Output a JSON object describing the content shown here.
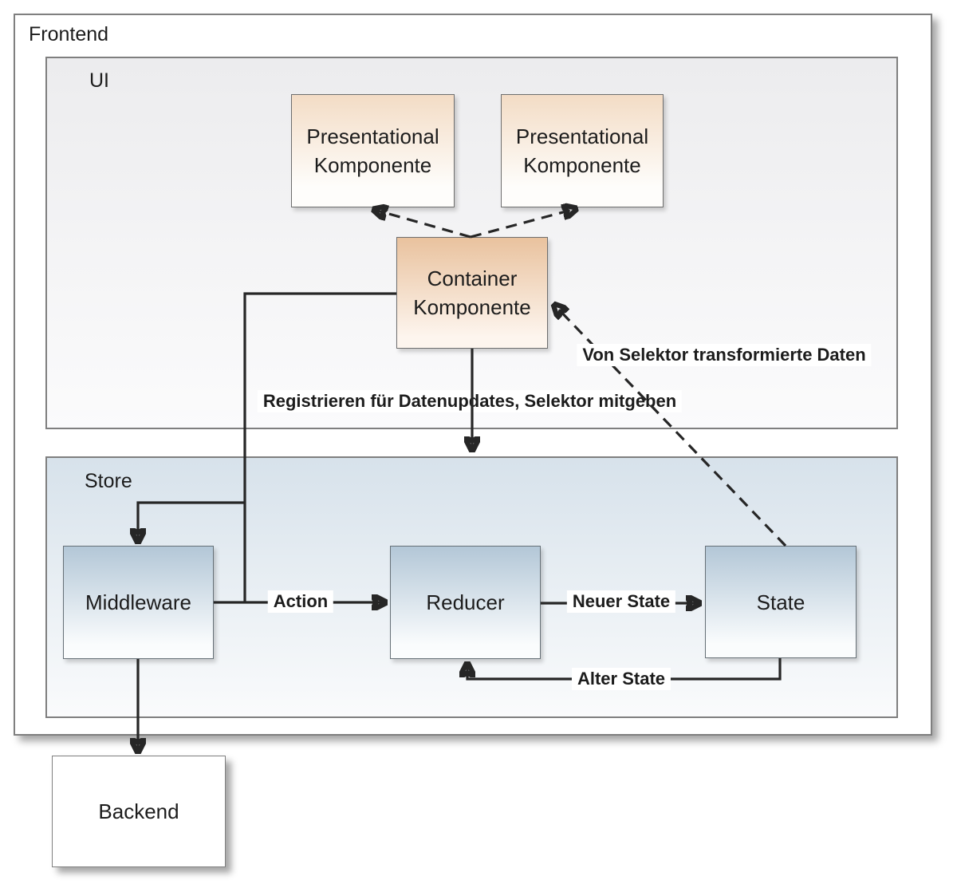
{
  "diagram": {
    "frontend": {
      "label": "Frontend"
    },
    "ui": {
      "label": "UI"
    },
    "store": {
      "label": "Store"
    },
    "boxes": {
      "presentational_1": {
        "line1": "Presentational",
        "line2": "Komponente"
      },
      "presentational_2": {
        "line1": "Presentational",
        "line2": "Komponente"
      },
      "container": {
        "line1": "Container",
        "line2": "Komponente"
      },
      "middleware": {
        "label": "Middleware"
      },
      "reducer": {
        "label": "Reducer"
      },
      "state": {
        "label": "State"
      },
      "backend": {
        "label": "Backend"
      }
    },
    "edge_labels": {
      "register": "Registrieren für Datenupdates, Selektor mitgeben",
      "selector_data": "Von Selektor transformierte Daten",
      "action": "Action",
      "neuer_state": "Neuer State",
      "alter_state": "Alter State"
    }
  },
  "theme": {
    "line": "#262626",
    "text": "#1c1c1c",
    "border-outer": "#7f7f7f",
    "border-box": "#6e6e6e",
    "border-blue": "#667077",
    "orange-top": "#f3dcc5",
    "orange-bottom": "#fefdfb",
    "orange-deep-top": "#e9c29e",
    "orange-deep-bottom": "#fdf5ee",
    "blue-top": "#b3c7d7",
    "blue-bottom": "#fafcfd",
    "store-top": "#d7e2eb",
    "store-bottom": "#fafbfc",
    "ui-top": "#ececee",
    "ui-bottom": "#fbfbfc"
  }
}
